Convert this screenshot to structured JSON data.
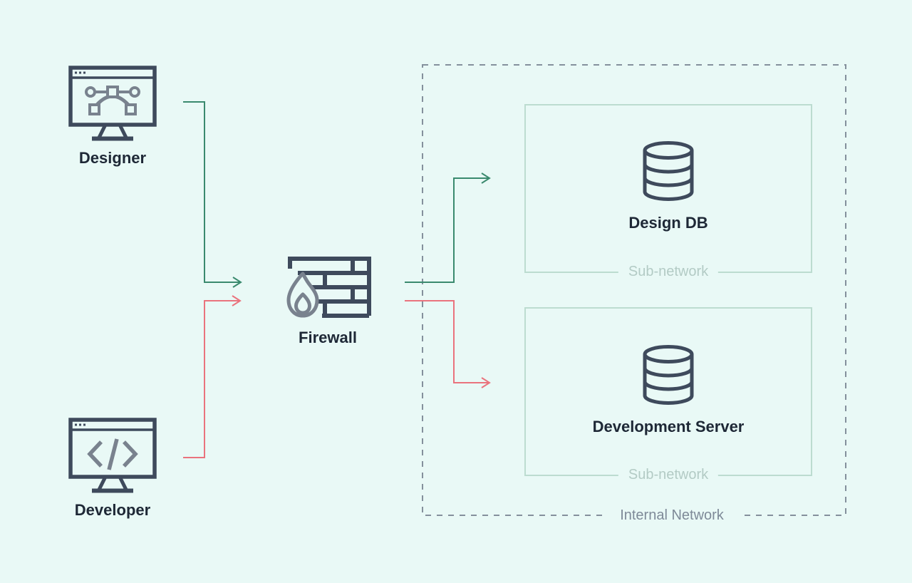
{
  "colors": {
    "background": "#e9f9f6",
    "icon_primary": "#3e4a5c",
    "icon_secondary": "#79828e",
    "label_text": "#1e2836",
    "edge_green": "#3a8a6e",
    "edge_red": "#ea737d",
    "subnet_border": "#bcdcd0",
    "subnet_label_text": "#b3cbc5",
    "zone_border": "#84909c",
    "zone_label_text": "#7e8a98"
  },
  "nodes": {
    "designer": {
      "label": "Designer",
      "icon": "monitor-bezier-icon"
    },
    "developer": {
      "label": "Developer",
      "icon": "monitor-code-icon"
    },
    "firewall": {
      "label": "Firewall",
      "icon": "firewall-brick-flame-icon"
    },
    "design_db": {
      "label": "Design DB",
      "icon": "database-icon"
    },
    "development_server": {
      "label": "Development Server",
      "icon": "database-icon"
    }
  },
  "zones": {
    "internal_network": {
      "label": "Internal Network"
    },
    "design_subnet": {
      "label": "Sub-network"
    },
    "development_subnet": {
      "label": "Sub-network"
    }
  },
  "edges": [
    {
      "from": "Designer",
      "to": "Firewall",
      "color": "green"
    },
    {
      "from": "Developer",
      "to": "Firewall",
      "color": "red"
    },
    {
      "from": "Firewall",
      "to": "Design DB",
      "color": "green"
    },
    {
      "from": "Firewall",
      "to": "Development Server",
      "color": "red"
    }
  ]
}
